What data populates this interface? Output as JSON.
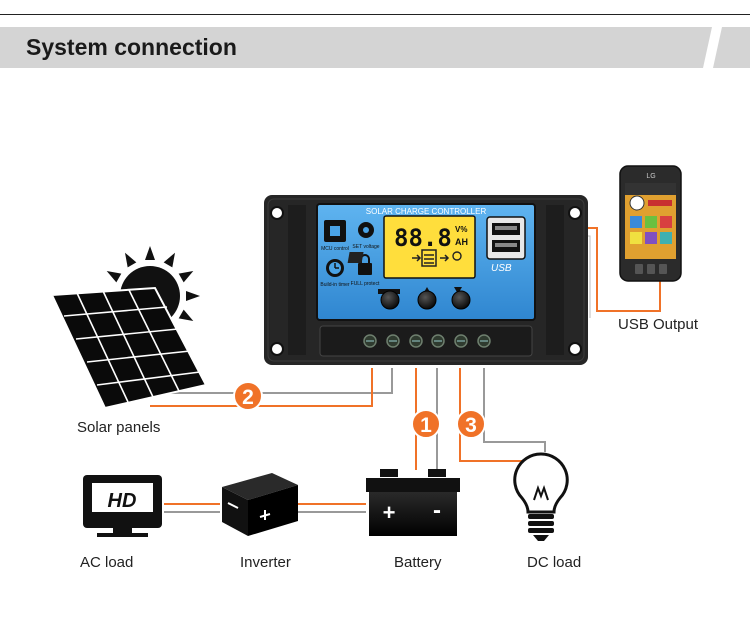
{
  "header": {
    "title": "System connection"
  },
  "controller": {
    "screen_title": "SOLAR CHARGE CONTROLLER",
    "readout": "88.8",
    "unit_top": "V%",
    "unit_bottom": "AH",
    "usb_badge": "USB",
    "features": [
      {
        "label": "MCU control",
        "icon": "chip-icon"
      },
      {
        "label": "SET voltage",
        "icon": "gear-icon"
      },
      {
        "label": "Build-in timer",
        "icon": "clock-icon"
      },
      {
        "label": "FULL protect",
        "icon": "lock-icon"
      }
    ]
  },
  "components": {
    "solar": "Solar panels",
    "usb": "USB Output",
    "ac_load": "AC load",
    "inverter": "Inverter",
    "battery": "Battery",
    "dc_load": "DC load"
  },
  "steps": [
    {
      "number": "1"
    },
    {
      "number": "2"
    },
    {
      "number": "3"
    }
  ],
  "colors": {
    "accent": "#f07228",
    "banner": "#d4d4d4",
    "screen": "#4aa3e6",
    "lcd": "#ffde3c",
    "body": "#2a2a2a"
  },
  "hd_badge": "HD",
  "battery_terminals": {
    "positive": "+",
    "negative": "-"
  },
  "phone_screen_text": "LG"
}
